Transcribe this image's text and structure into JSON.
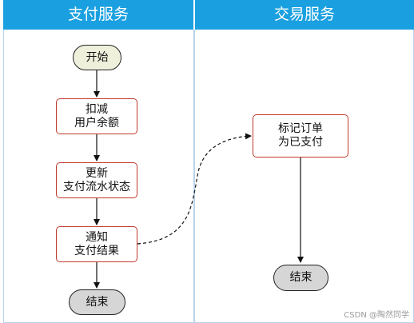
{
  "lanes": [
    {
      "title": "支付服务"
    },
    {
      "title": "交易服务"
    }
  ],
  "nodes": {
    "start": {
      "label": "开始"
    },
    "deduct": {
      "line1": "扣减",
      "line2": "用户余额"
    },
    "update": {
      "line1": "更新",
      "line2": "支付流水状态"
    },
    "notify": {
      "line1": "通知",
      "line2": "支付结果"
    },
    "end_pay": {
      "label": "结束"
    },
    "mark": {
      "line1": "标记订单",
      "line2": "为已支付"
    },
    "end_trade": {
      "label": "结束"
    }
  },
  "watermark": "CSDN @陶然同学",
  "colors": {
    "header_bg": "#1aa0e0",
    "process_border": "#c0392b",
    "start_fill": "#eef0dc",
    "end_fill": "#d6d6d6"
  }
}
